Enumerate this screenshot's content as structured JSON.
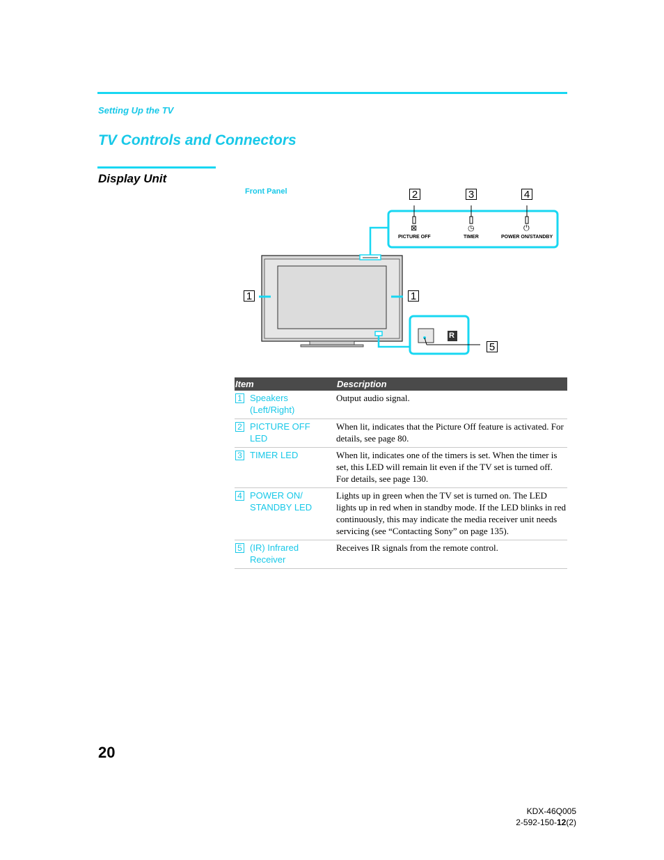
{
  "header": {
    "section_label": "Setting Up the TV",
    "title": "TV Controls and Connectors",
    "subheading": "Display Unit"
  },
  "diagram": {
    "panel_label": "Front Panel",
    "callouts": [
      "1",
      "1",
      "2",
      "3",
      "4",
      "5"
    ],
    "led_labels": [
      "PICTURE OFF",
      "TIMER",
      "POWER ON/STANDBY"
    ],
    "ir_mark": "R",
    "icons": [
      "picture-off-icon",
      "timer-icon",
      "power-icon"
    ]
  },
  "table": {
    "headers": [
      "Item",
      "Description"
    ],
    "rows": [
      {
        "num": "1",
        "item": "Speakers (Left/Right)",
        "description": "Output audio signal."
      },
      {
        "num": "2",
        "item": "PICTURE OFF LED",
        "description": "When lit, indicates that the Picture Off feature is activated. For details, see page 80."
      },
      {
        "num": "3",
        "item": "TIMER LED",
        "description": "When lit, indicates one of the timers is set. When the timer is set, this LED will remain lit even if the TV set is turned off. For details, see page 130."
      },
      {
        "num": "4",
        "item": "POWER ON/ STANDBY LED",
        "description": "Lights up in green when the TV set is turned on. The LED lights up in red when in standby mode. If the LED blinks in red continuously, this may indicate the media receiver unit needs servicing (see “Contacting Sony” on page 135)."
      },
      {
        "num": "5",
        "item": "(IR) Infrared Receiver",
        "description": "Receives IR signals from the remote control."
      }
    ]
  },
  "footer": {
    "page_number": "20",
    "model": "KDX-46Q005",
    "code_prefix": "2-592-150-",
    "code_bold": "12",
    "code_suffix": "(2)"
  },
  "colors": {
    "accent": "#18d7f2",
    "header_bg": "#4a4a4a"
  }
}
